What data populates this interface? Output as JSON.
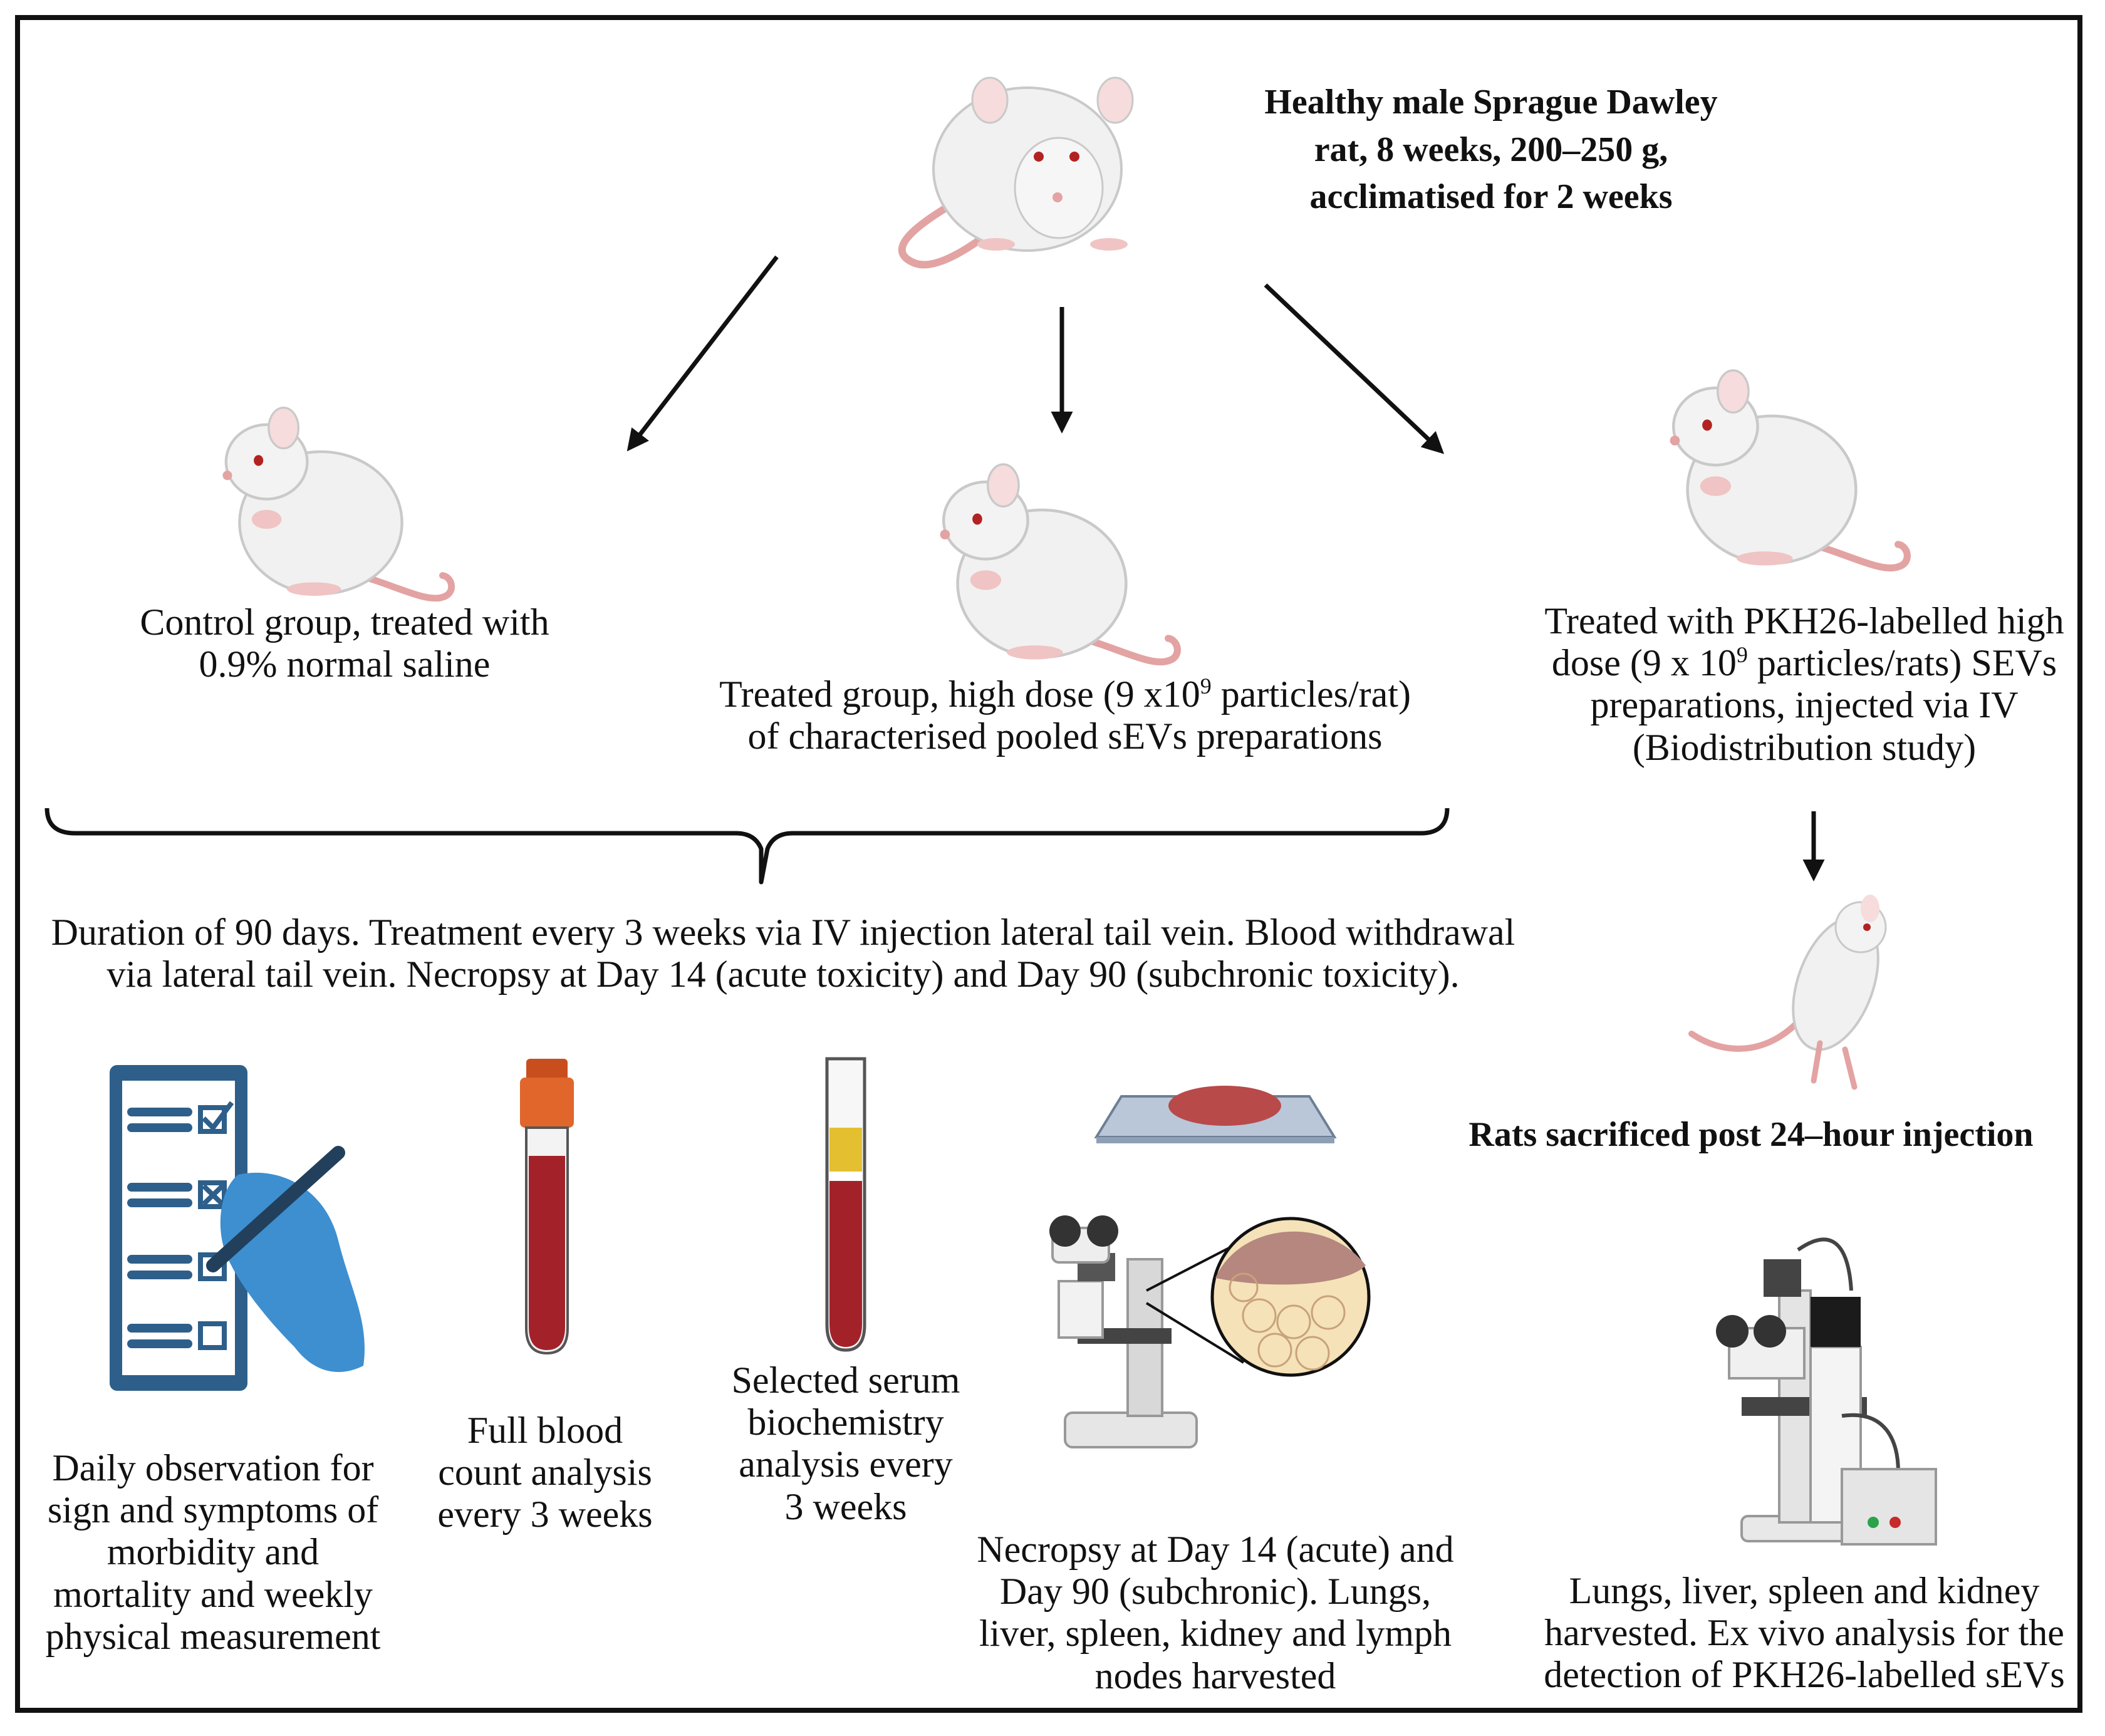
{
  "top_rat": {
    "line1": "Healthy male Sprague Dawley",
    "line2": "rat, 8 weeks, 200–250 g,",
    "line3": "acclimatised for 2 weeks"
  },
  "control": {
    "line1": "Control group, treated with",
    "line2": "0.9% normal saline"
  },
  "treated": {
    "line1_a": "Treated group, high dose (9 x10",
    "line1_sup": "9",
    "line1_b": " particles/rat)",
    "line2": "of characterised pooled sEVs preparations"
  },
  "pkh": {
    "line1": "Treated with PKH26-labelled high",
    "line2_a": "dose (9 x 10",
    "line2_sup": "9",
    "line2_b": " particles/rats) SEVs",
    "line3": "preparations, injected via IV",
    "line4": "(Biodistribution study)"
  },
  "duration": {
    "line1": "Duration of 90 days. Treatment every 3 weeks via IV injection lateral tail vein. Blood withdrawal",
    "line2": "via lateral tail vein. Necropsy at Day 14 (acute toxicity) and Day 90 (subchronic toxicity)."
  },
  "sacrificed": "Rats sacrificed post 24–hour injection",
  "daily": {
    "line1": "Daily observation for",
    "line2": "sign and symptoms of",
    "line3": "morbidity and",
    "line4": "mortality and weekly",
    "line5": "physical measurement"
  },
  "fbc": {
    "line1": "Full blood",
    "line2": "count analysis",
    "line3": "every 3 weeks"
  },
  "serum": {
    "line1": "Selected serum",
    "line2": "biochemistry",
    "line3": "analysis every",
    "line4": "3 weeks"
  },
  "necropsy": {
    "line1": "Necropsy at Day 14 (acute) and",
    "line2": "Day 90 (subchronic). Lungs,",
    "line3": "liver, spleen, kidney and lymph",
    "line4": "nodes harvested"
  },
  "lungs": {
    "line1": "Lungs, liver, spleen and kidney",
    "line2": "harvested. Ex vivo analysis for the",
    "line3": "detection of PKH26-labelled sEVs"
  },
  "icons": [
    "rat-icon",
    "arrow-icon",
    "checklist-icon",
    "blood-tube-icon",
    "serum-tube-icon",
    "tissue-slide-icon",
    "microscope-icon",
    "fluorescence-microscope-icon"
  ],
  "colors": {
    "rat_fur": "#f1f1f1",
    "rat_tail": "#e3a3a3",
    "blood": "#a3222a",
    "cap_orange": "#e0662b",
    "serum_yellow": "#e4c030",
    "checklist_blue": "#2e5f8a",
    "hand_blue": "#3d8fd0"
  }
}
